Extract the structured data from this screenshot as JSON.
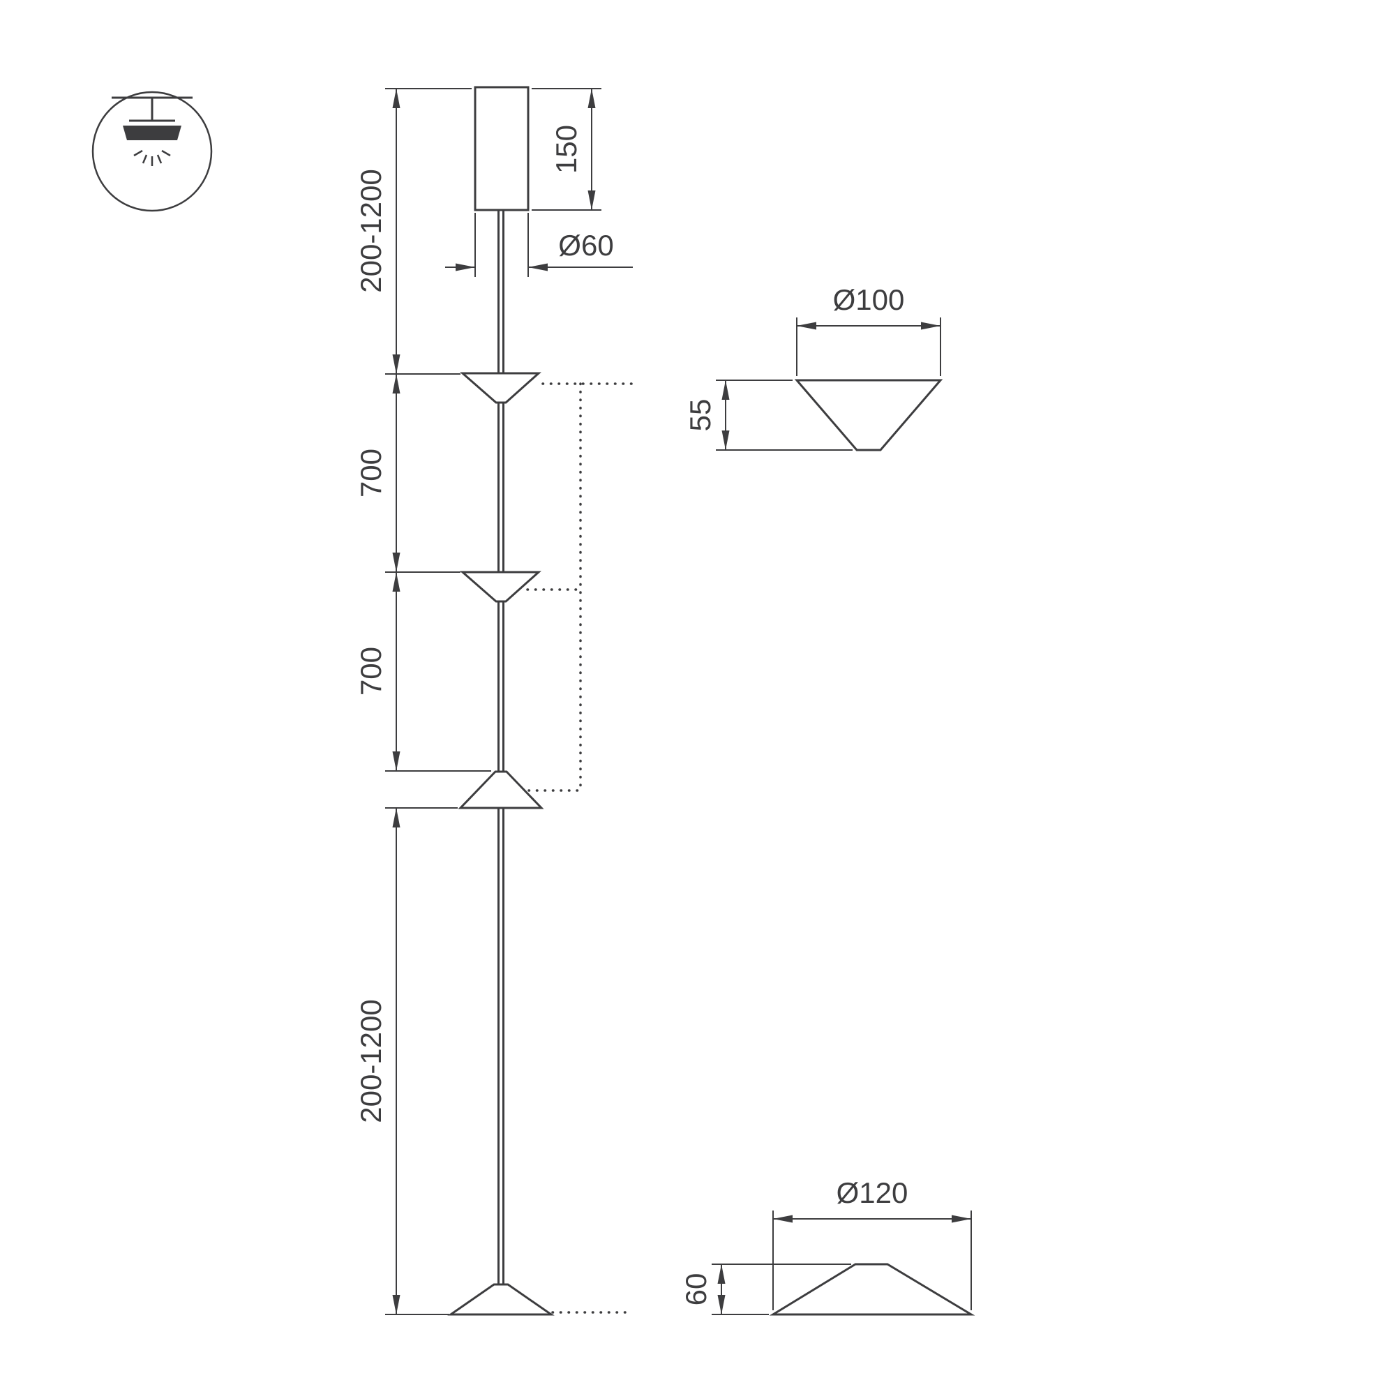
{
  "colors": {
    "line": "#3d3d3f",
    "background": "#ffffff"
  },
  "icons": {
    "ceiling_pendant": "ceiling-pendant-mount-icon"
  },
  "main_view": {
    "dimensions": {
      "suspension_top": "200-1200",
      "canopy_height": "150",
      "canopy_diameter": "Ø60",
      "cone_spacing_upper": "700",
      "cone_spacing_lower": "700",
      "suspension_bottom": "200-1200"
    }
  },
  "detail_view_top": {
    "diameter": "Ø100",
    "height": "55"
  },
  "detail_view_bottom": {
    "diameter": "Ø120",
    "height": "60"
  }
}
